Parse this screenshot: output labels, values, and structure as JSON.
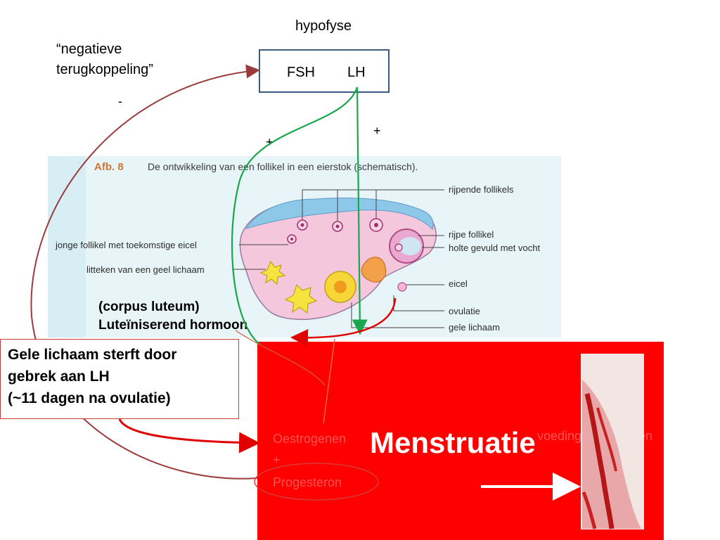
{
  "hypofyse": {
    "title": "hypofyse",
    "fsh": "FSH",
    "lh": "LH"
  },
  "feedback": {
    "line1": "“negatieve",
    "line2": "terugkoppeling”",
    "minus": "-"
  },
  "signs": {
    "plus_left": "+",
    "plus_right": "+"
  },
  "figure": {
    "afb": "Afb. 8",
    "title": "De ontwikkeling van een follikel in een eierstok (schematisch).",
    "labels": {
      "rijpende_follikels": "rijpende follikels",
      "ripe_follikel": "rijpe follikel",
      "holte": "holte gevuld met vocht",
      "jonge_follikel": "jonge follikel met toekomstige eicel",
      "litteken": "litteken van een geel lichaam",
      "eicel": "eicel",
      "ovulatie": "ovulatie",
      "gele_lichaam": "gele lichaam"
    }
  },
  "corpus": {
    "line1": "(corpus luteum)",
    "line2": "Luteïniserend hormoon"
  },
  "callout": {
    "line1": "Gele lichaam sterft door",
    "line2": "gebrek aan LH",
    "line3": "(~11 dagen na ovulatie)"
  },
  "panel": {
    "title": "Menstruatie",
    "ghost_oestrogenen": "Oestrogenen",
    "ghost_plus": "+",
    "ghost_progesteron": "Progesteron",
    "ghost_voeding": "voeding",
    "ghost_en": "en"
  },
  "colors": {
    "feedback_arrow": "#9b3b3b",
    "lh_arrow": "#1aa64a",
    "red_arrow": "#e00000",
    "panel": "#ff0000",
    "box_border": "#3a5a7e"
  }
}
